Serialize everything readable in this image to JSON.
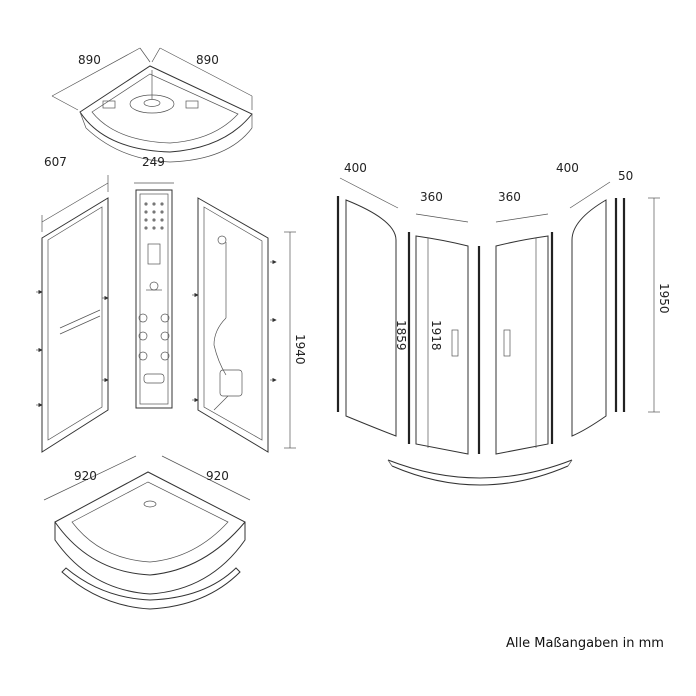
{
  "dimensions": {
    "roof_left": "890",
    "roof_right": "890",
    "side_width": "607",
    "panel_width": "249",
    "height_back": "1940",
    "tray_left": "920",
    "tray_right": "920",
    "fixed_left": "400",
    "fixed_right": "400",
    "door_left": "360",
    "door_right": "360",
    "profile": "50",
    "height_front": "1950",
    "height_fixed": "1859",
    "height_door": "1918"
  },
  "note": "Alle Maßangaben in mm"
}
